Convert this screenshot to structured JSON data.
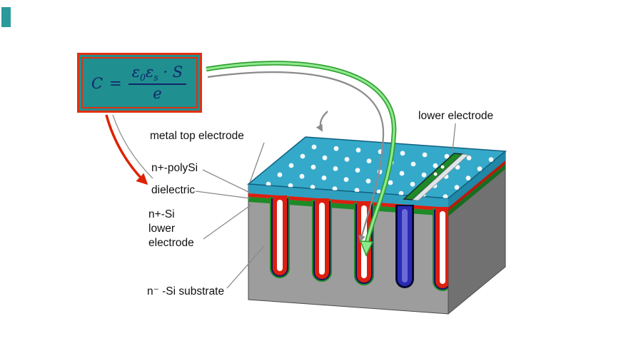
{
  "decoration": {
    "corner_color": "#2a9a9a"
  },
  "formula": {
    "lhs": "C",
    "equals": "=",
    "epsilon": "ε",
    "sub_zero": "0",
    "sub_s": "s",
    "dot_s": "· S",
    "denominator": "e"
  },
  "labels": {
    "metal_top_electrode": "metal top electrode",
    "n_plus_polysi": "n+-polySi",
    "dielectric": "dielectric",
    "n_plus_si": "n+-Si",
    "lower": "lower",
    "electrode": "electrode",
    "substrate": "n⁻ -Si substrate",
    "lower_electrode": "lower electrode"
  },
  "colors": {
    "formula_box_fill": "#1f8f8f",
    "formula_box_border": "#e23010",
    "formula_text": "#13266b",
    "top_electrode_cyan": "#35a9c9",
    "polysi_red": "#dd1f10",
    "lower_electrode_green": "#1e8a28",
    "substrate_gray": "#9d9d9d",
    "trench_liner_navy": "#15155e",
    "contact_trench_blue": "#2a2ab5",
    "arrow_green": "#8ee98e",
    "arrow_red": "#dd2200",
    "arrow_gray": "#8a8a8a"
  }
}
